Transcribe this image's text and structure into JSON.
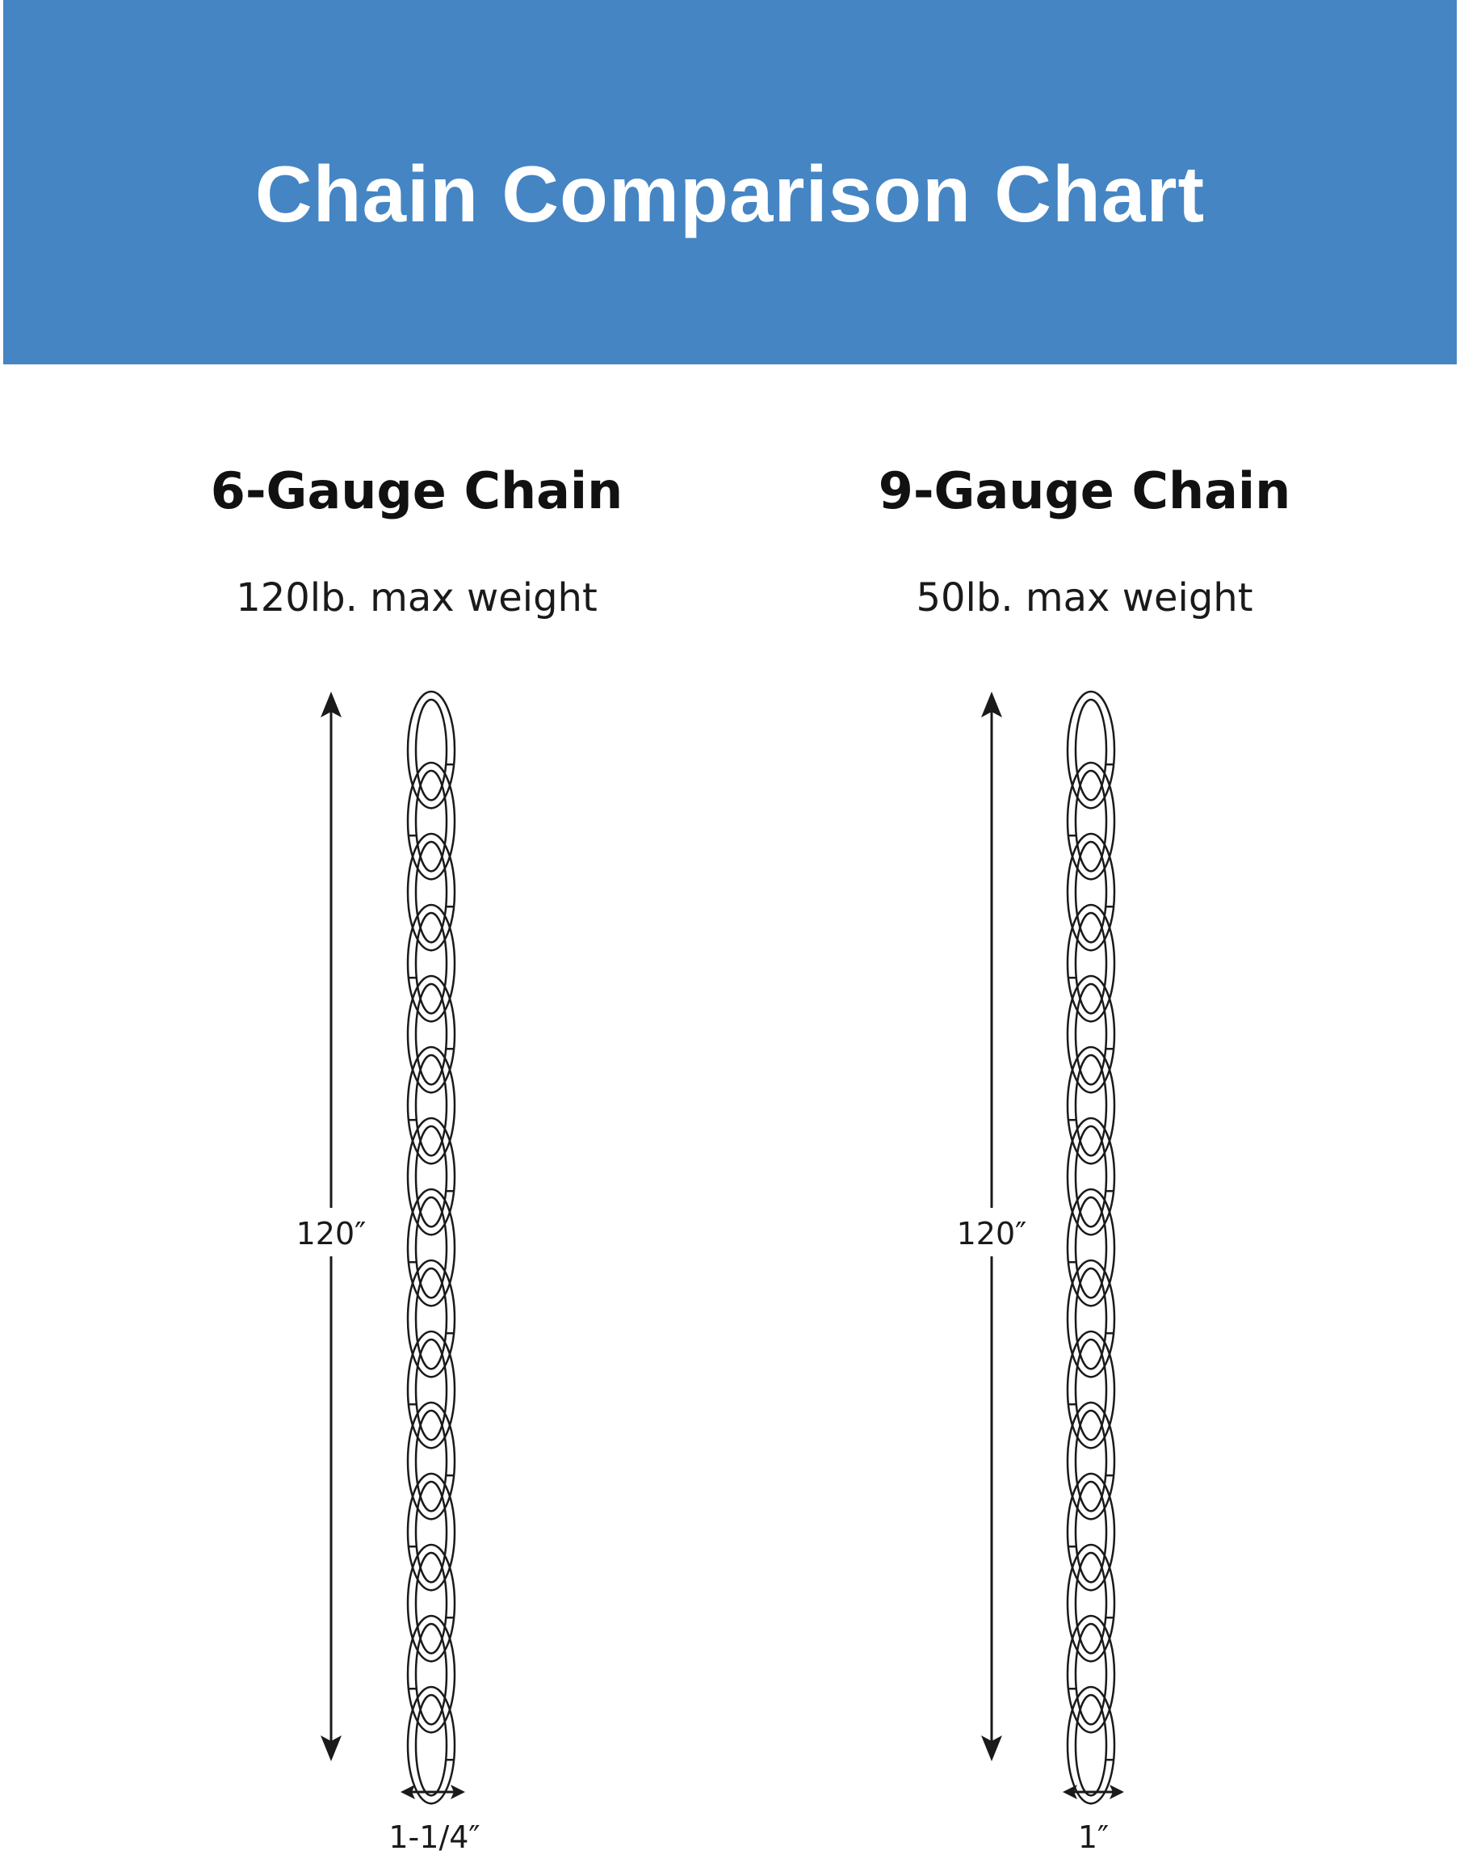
{
  "header": {
    "title": "Chain Comparison Chart"
  },
  "chains": [
    {
      "name": "6-Gauge Chain",
      "max_weight": "120lb. max weight",
      "length_label": "120″",
      "width_label": "1-1/4″"
    },
    {
      "name": "9-Gauge Chain",
      "max_weight": "50lb. max weight",
      "length_label": "120″",
      "width_label": "1″"
    }
  ],
  "colors": {
    "banner": "#4585c3",
    "line": "#1a1a1a"
  }
}
